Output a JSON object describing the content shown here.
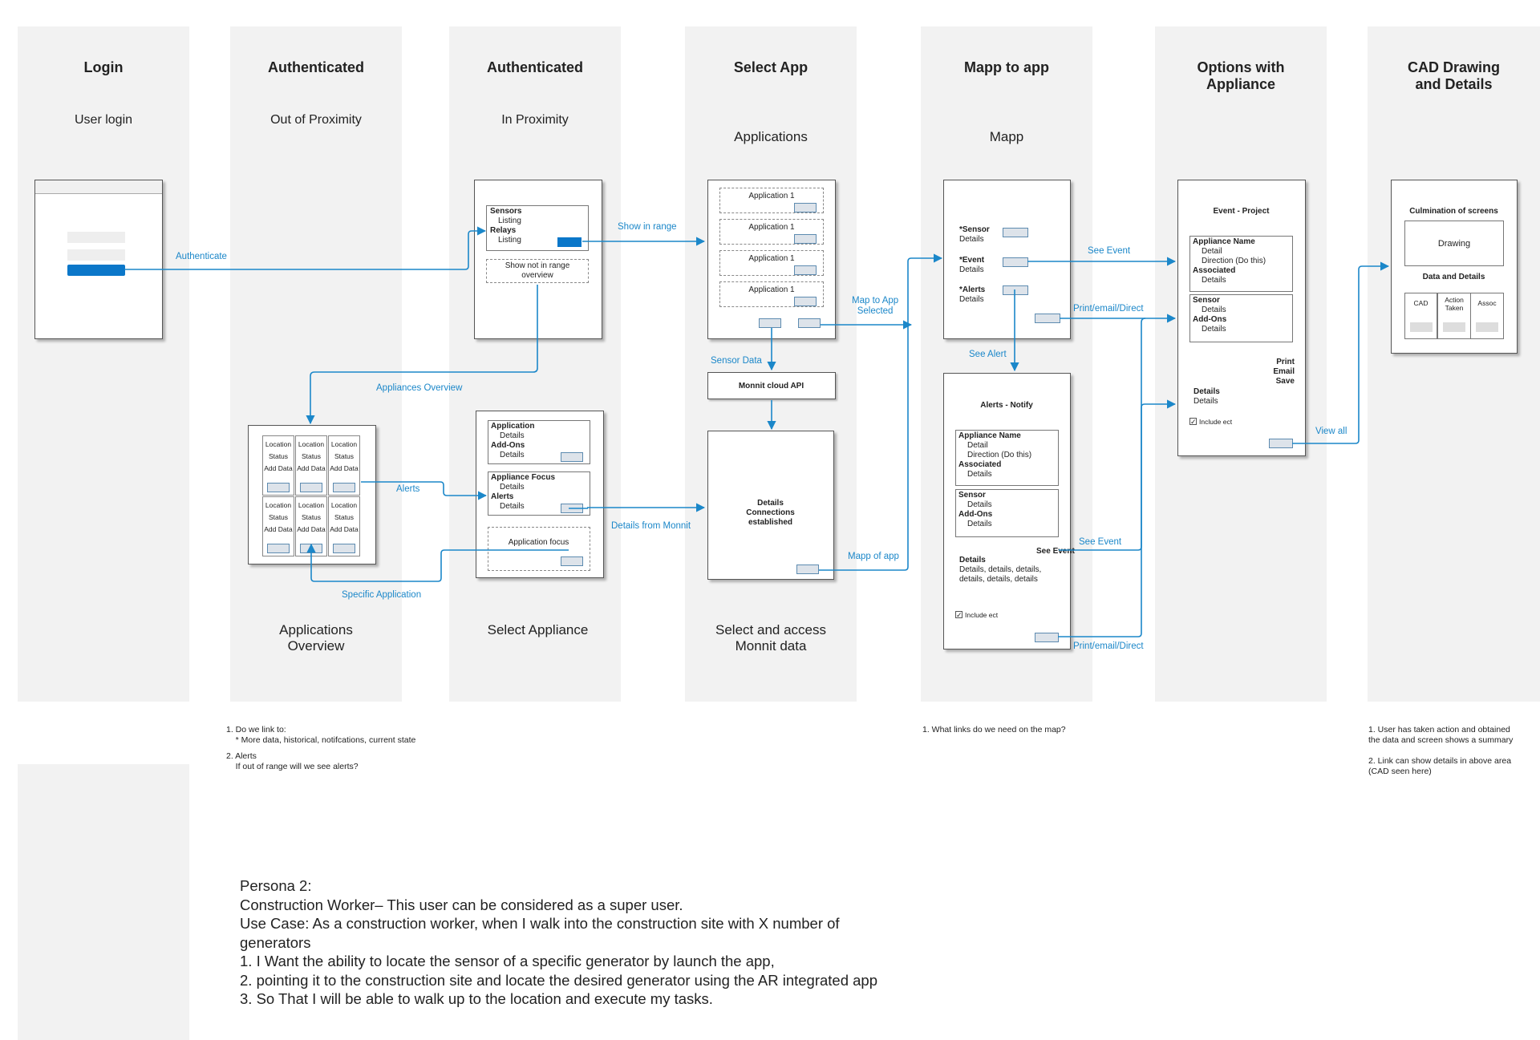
{
  "columns": [
    {
      "title": "Login",
      "subtitle": "User login",
      "bottom_label": ""
    },
    {
      "title": "Authenticated",
      "subtitle": "Out of Proximity",
      "bottom_label": "Applications\nOverview"
    },
    {
      "title": "Authenticated",
      "subtitle": "In Proximity",
      "bottom_label": "Select Appliance"
    },
    {
      "title": "Select App",
      "subtitle": "Applications",
      "bottom_label": "Select and access\nMonnit data"
    },
    {
      "title": "Mapp to app",
      "subtitle": "Mapp",
      "bottom_label": ""
    },
    {
      "title": "Options with\nAppliance",
      "subtitle": "",
      "bottom_label": ""
    },
    {
      "title": "CAD Drawing\nand Details",
      "subtitle": "",
      "bottom_label": ""
    }
  ],
  "screens": {
    "proximity": {
      "sensors": "Sensors",
      "listing": "Listing",
      "relays": "Relays",
      "listing2": "Listing",
      "not_in_range": "Show not in range overview"
    },
    "applications": {
      "items": [
        "Application 1",
        "Application 1",
        "Application 1",
        "Application 1"
      ]
    },
    "monnit_api": "Monnit cloud API",
    "monnit_details": "Details\nConnections\nestablished",
    "overview_cells": [
      {
        "l1": "Location",
        "l2": "Status",
        "l3": "Add Data"
      },
      {
        "l1": "Location",
        "l2": "Status",
        "l3": "Add Data"
      },
      {
        "l1": "Location",
        "l2": "Status",
        "l3": "Add Data"
      },
      {
        "l1": "Location",
        "l2": "Status",
        "l3": "Add Data"
      },
      {
        "l1": "Location",
        "l2": "Status",
        "l3": "Add Data"
      },
      {
        "l1": "Location",
        "l2": "Status",
        "l3": "Add Data"
      }
    ],
    "appliance": {
      "application": "Application",
      "details1": "Details",
      "addons": "Add-Ons",
      "details2": "Details",
      "focus": "Appliance Focus",
      "details3": "Details",
      "alerts": "Alerts",
      "details4": "Details",
      "app_focus": "Application focus"
    },
    "mapp": {
      "sensor": "*Sensor",
      "sensor_d": "Details",
      "event": "*Event",
      "event_d": "Details",
      "alerts": "*Alerts",
      "alerts_d": "Details"
    },
    "alerts_notify": {
      "title": "Alerts - Notify",
      "appl_name": "Appliance Name",
      "detail": "Detail",
      "direction": "Direction (Do this)",
      "associated": "Associated",
      "assoc_d": "Details",
      "sensor": "Sensor",
      "sensor_d": "Details",
      "addons": "Add-Ons",
      "addons_d": "Details",
      "see_event": "See Event",
      "details_h": "Details",
      "details_body": "Details, details, details,\ndetails, details, details",
      "include": "Include ect"
    },
    "event_project": {
      "title": "Event - Project",
      "appl_name": "Appliance Name",
      "detail": "Detail",
      "direction": "Direction (Do this)",
      "associated": "Associated",
      "assoc_d": "Details",
      "sensor": "Sensor",
      "sensor_d": "Details",
      "addons": "Add-Ons",
      "addons_d": "Details",
      "print": "Print",
      "email": "Email",
      "save": "Save",
      "details_h": "Details",
      "details_d": "Details",
      "include": "Include ect"
    },
    "cad": {
      "culmination": "Culmination of screens",
      "drawing": "Drawing",
      "data_details": "Data and Details",
      "cad": "CAD",
      "action": "Action\nTaken",
      "assoc": "Assoc"
    }
  },
  "links": {
    "authenticate": "Authenticate",
    "show_in_range": "Show in range",
    "appliances_overview": "Appliances Overview",
    "alerts": "Alerts",
    "specific_application": "Specific Application",
    "details_from_monnit": "Details from Monnit",
    "sensor_data": "Sensor Data",
    "map_to_app": "Map to App\nSelected",
    "mapp_of_app": "Mapp of app",
    "see_event_top": "See Event",
    "print_top": "Print/email/Direct",
    "see_alert": "See Alert",
    "see_event_bottom": "See Event",
    "print_bottom": "Print/email/Direct",
    "view_all": "View all"
  },
  "notes": {
    "col2": "1. Do we link to:\n    * More data, historical, notifcations, current state",
    "col2b": "2. Alerts\n    If out of range will we see alerts?",
    "col5": "1. What links do we need on the map?",
    "col7a": "1. User has taken action and obtained\nthe data and screen shows a summary",
    "col7b": "2. Link can show details in above area\n(CAD seen here)"
  },
  "persona": [
    "Persona 2:",
    "Construction Worker– This user can be considered as a super user.",
    "Use Case: As a construction worker, when I walk into the construction site with X number of",
    "generators",
    "1. I Want the ability to locate the sensor of a  specific generator by launch the app,",
    "2. pointing it to the construction site and locate the desired generator using the AR integrated app",
    "3. So That I will be able to walk up to the location and execute my tasks."
  ]
}
